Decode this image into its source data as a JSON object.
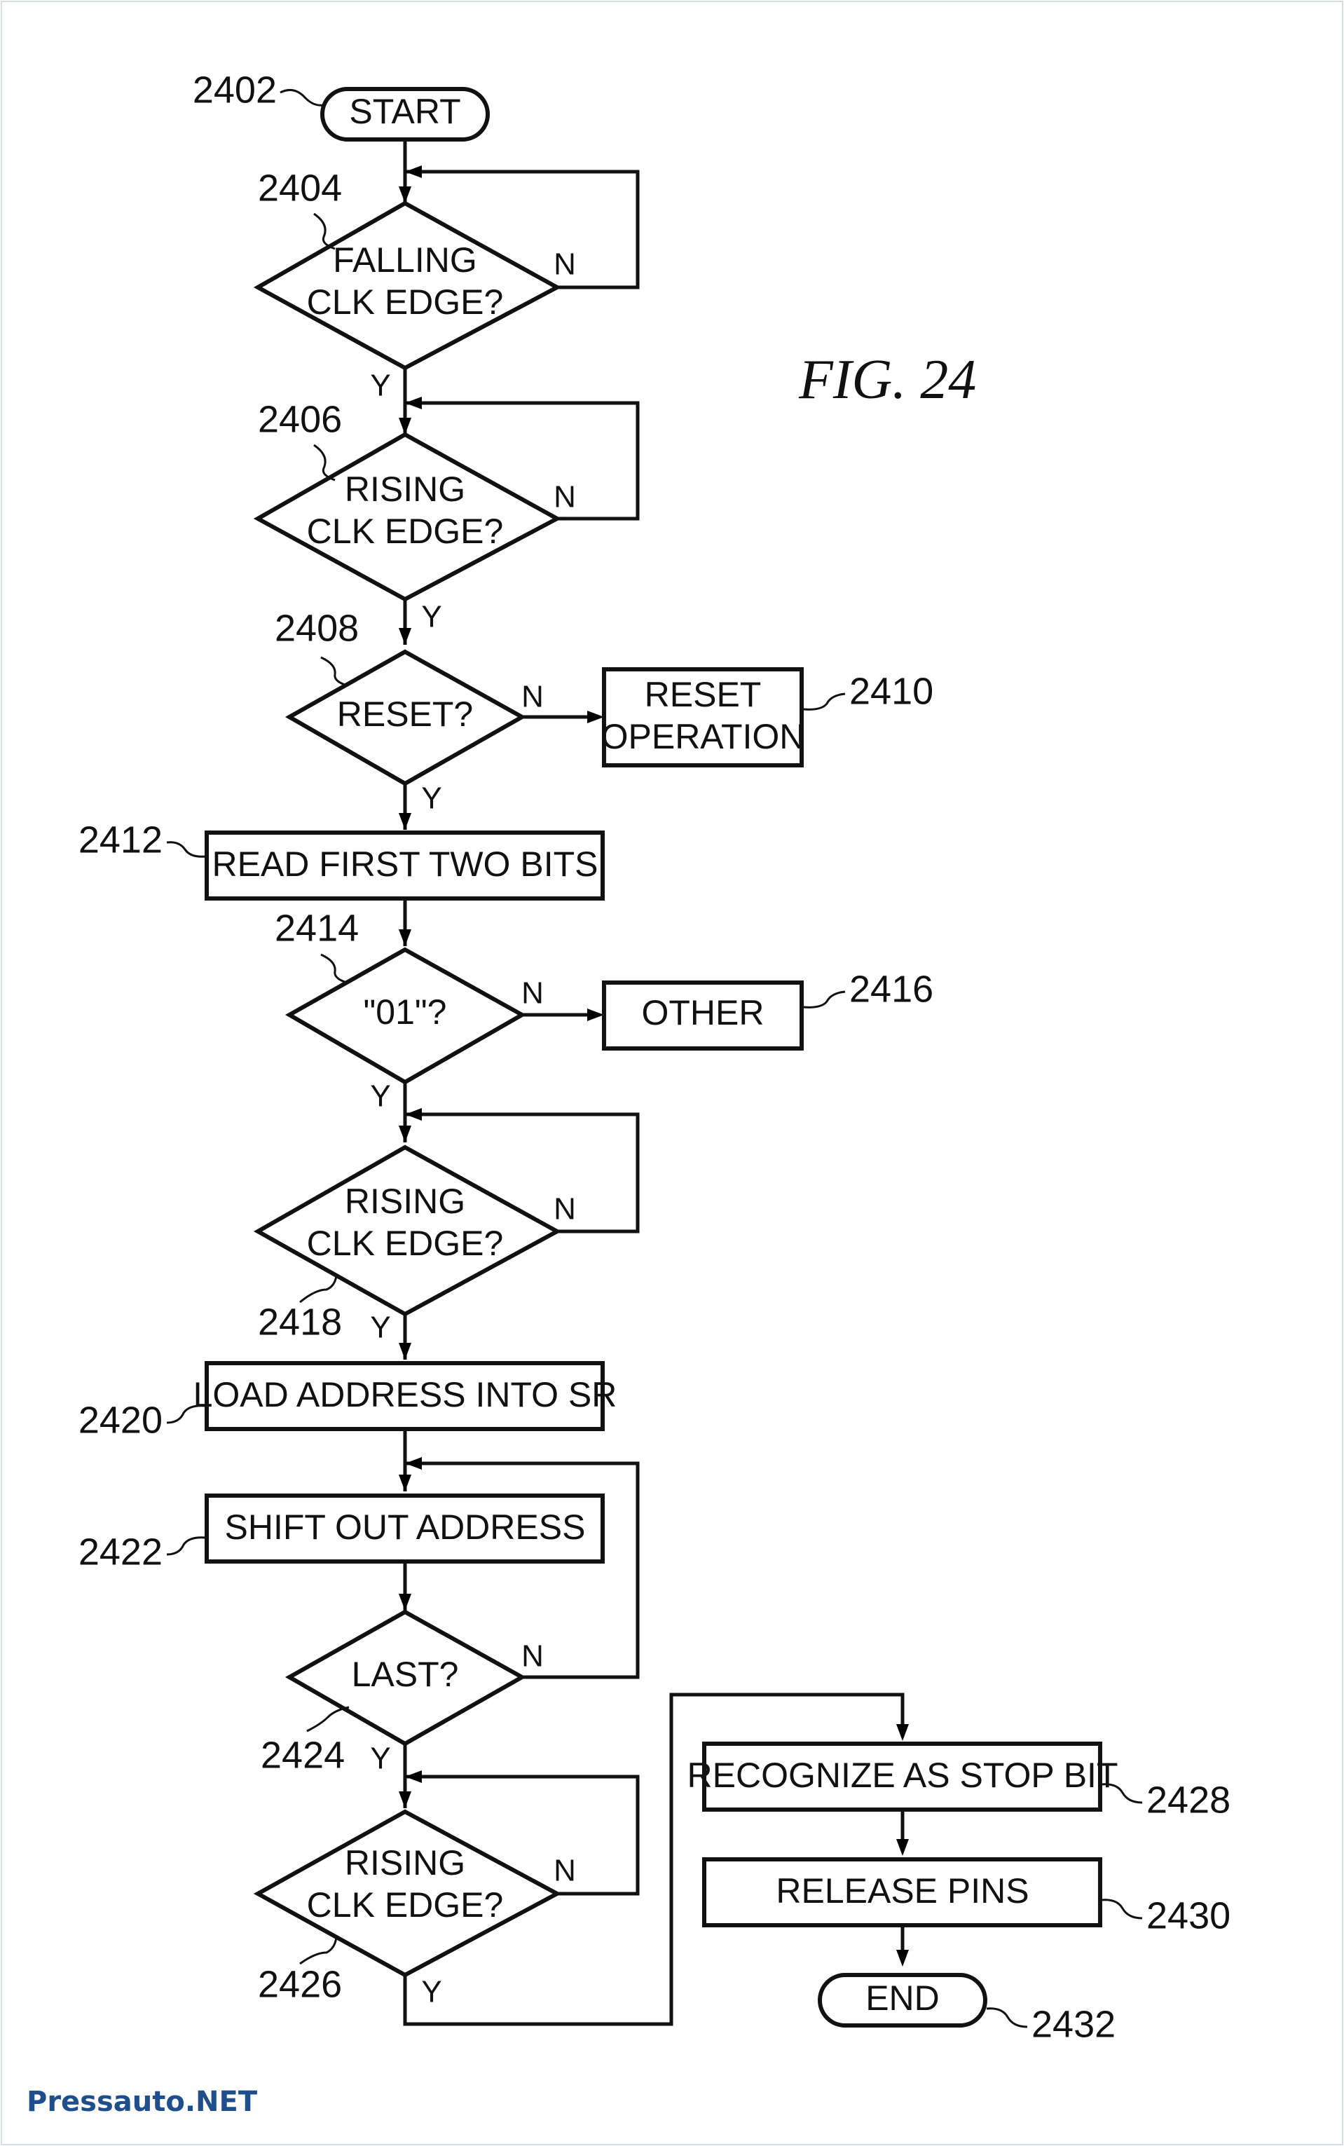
{
  "figure": {
    "title": "FIG. 24"
  },
  "watermark": "Pressauto.NET",
  "nodes": {
    "start": {
      "ref": "2402",
      "lines": [
        "START"
      ]
    },
    "falling_clk": {
      "ref": "2404",
      "lines": [
        "FALLING",
        "CLK EDGE?"
      ]
    },
    "rising_clk_1": {
      "ref": "2406",
      "lines": [
        "RISING",
        "CLK EDGE?"
      ]
    },
    "reset_q": {
      "ref": "2408",
      "lines": [
        "RESET?"
      ]
    },
    "reset_op": {
      "ref": "2410",
      "lines": [
        "RESET",
        "OPERATION"
      ]
    },
    "read_bits": {
      "ref": "2412",
      "lines": [
        "READ FIRST TWO BITS"
      ]
    },
    "q01": {
      "ref": "2414",
      "lines": [
        "\"01\"?"
      ]
    },
    "other": {
      "ref": "2416",
      "lines": [
        "OTHER"
      ]
    },
    "rising_clk_2": {
      "ref": "2418",
      "lines": [
        "RISING",
        "CLK EDGE?"
      ]
    },
    "load_addr": {
      "ref": "2420",
      "lines": [
        "LOAD ADDRESS INTO SR"
      ]
    },
    "shift_out": {
      "ref": "2422",
      "lines": [
        "SHIFT OUT ADDRESS"
      ]
    },
    "last_q": {
      "ref": "2424",
      "lines": [
        "LAST?"
      ]
    },
    "rising_clk_3": {
      "ref": "2426",
      "lines": [
        "RISING",
        "CLK EDGE?"
      ]
    },
    "stop_bit": {
      "ref": "2428",
      "lines": [
        "RECOGNIZE AS STOP BIT"
      ]
    },
    "release": {
      "ref": "2430",
      "lines": [
        "RELEASE PINS"
      ]
    },
    "end": {
      "ref": "2432",
      "lines": [
        "END"
      ]
    }
  },
  "edge_labels": {
    "yes": "Y",
    "no": "N"
  }
}
